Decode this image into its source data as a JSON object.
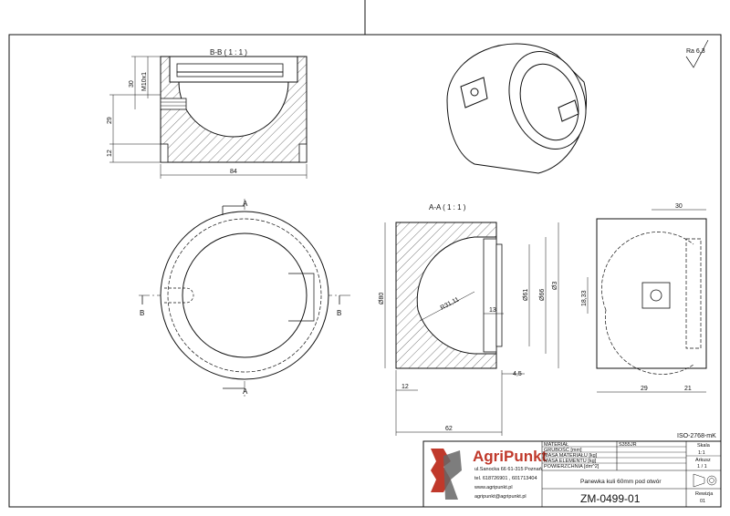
{
  "roughness": "Ra 6,3",
  "sections": {
    "bb": "B-B ( 1 : 1 )",
    "aa": "A-A ( 1 : 1 )"
  },
  "cut_markers": {
    "a": "A",
    "b": "B"
  },
  "dimensions": {
    "bb_width": "84",
    "bb_height": "30",
    "bb_thread": "M10x1",
    "bb_29": "29",
    "bb_12": "12",
    "aa_d80": "Ø80",
    "aa_d61": "Ø61",
    "aa_d66": "Ø66",
    "aa_d3": "Ø3",
    "aa_r": "R31,11",
    "aa_13": "13",
    "aa_45": "4,5",
    "aa_12": "12",
    "aa_62": "62",
    "side_30": "30",
    "side_1833": "18,33",
    "side_29": "29",
    "side_21": "21"
  },
  "tolerance_std": "ISO-2768-mK",
  "company": {
    "name": "AgriPunkt",
    "address": "ul.Sanocka 66   61-315 Poznań",
    "phone": "tel. 618726901 , 601713404",
    "web": "www.agripunkt.pl",
    "email": "agripunkt@agripunkt.pl"
  },
  "title_block": {
    "material_label": "MATERIAŁ",
    "material_value": "S355JR",
    "thickness_label": "GRUBOŚĆ [mm]",
    "mass_material_label": "MASA MATERIAŁU [kg]",
    "mass_element_label": "MASA ELEMENTU [kg]",
    "surface_label": "POWIERZCHNIA [dm^2]",
    "scale_label": "Skala",
    "scale_value": "1:1",
    "sheet_label": "Arkusz",
    "sheet_value": "1 / 1",
    "part_name": "Panewka kuli 60mm pod otwór",
    "drawing_number": "ZM-0499-01",
    "revision_label": "Rewizja",
    "revision_value": "01"
  },
  "colors": {
    "line": "#1a1a1a",
    "brand_red": "#c0392b",
    "brand_gray": "#666666"
  }
}
